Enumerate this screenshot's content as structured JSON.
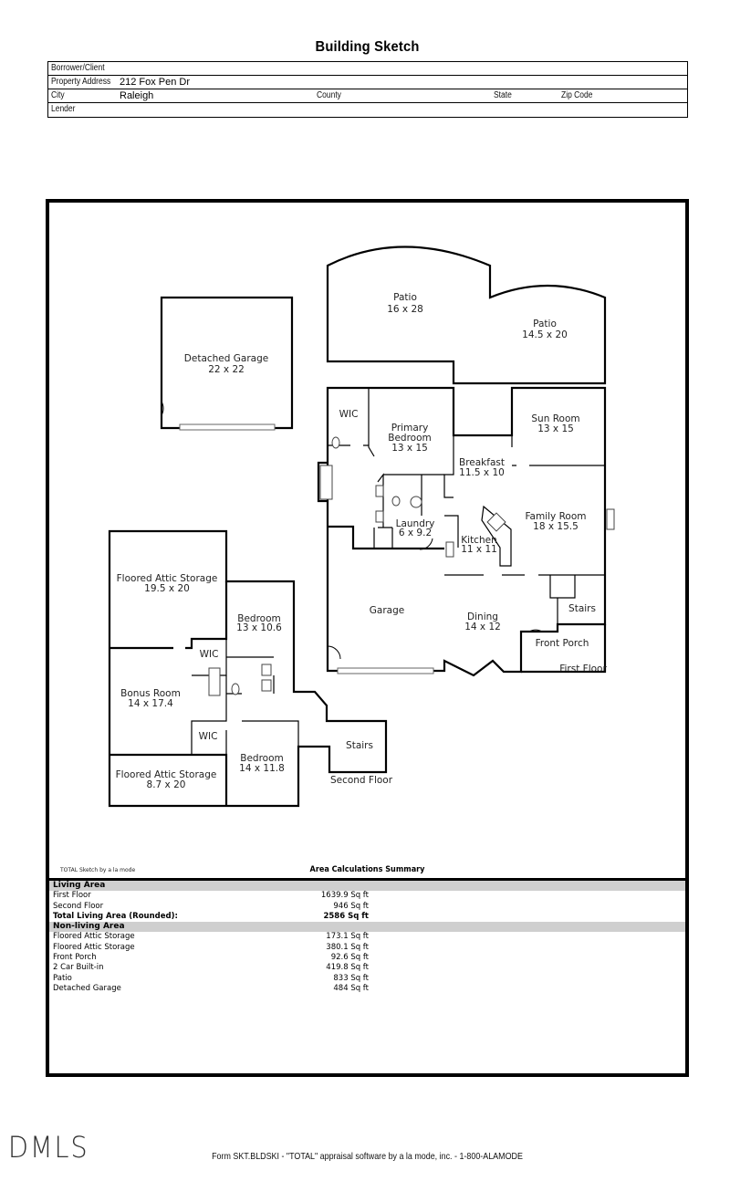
{
  "document": {
    "title": "Building Sketch"
  },
  "header": {
    "borrower_label": "Borrower/Client",
    "borrower_value": "",
    "address_label": "Property Address",
    "address_value": "212 Fox Pen Dr",
    "city_label": "City",
    "city_value": "Raleigh",
    "county_label": "County",
    "state_label": "State",
    "zip_label": "Zip Code",
    "lender_label": "Lender"
  },
  "sketch": {
    "rooms": {
      "patio1_name": "Patio",
      "patio1_dim": "16 x 28",
      "patio2_name": "Patio",
      "patio2_dim": "14.5 x 20",
      "detached_garage_name": "Detached Garage",
      "detached_garage_dim": "22 x 22",
      "wic1": "WIC",
      "primary_name1": "Primary",
      "primary_name2": "Bedroom",
      "primary_dim": "13 x 15",
      "sunroom_name": "Sun Room",
      "sunroom_dim": "13 x 15",
      "breakfast_name": "Breakfast",
      "breakfast_dim": "11.5 x 10",
      "family_name": "Family Room",
      "family_dim": "18 x 15.5",
      "laundry_name": "Laundry",
      "laundry_dim": "6 x 9.2",
      "kitchen_name": "Kitchen",
      "kitchen_dim": "11 x 11",
      "garage_name": "Garage",
      "dining_name": "Dining",
      "dining_dim": "14 x 12",
      "stairs1": "Stairs",
      "front_porch": "Front Porch",
      "first_floor": "First Floor",
      "attic1_name": "Floored Attic Storage",
      "attic1_dim": "19.5 x 20",
      "bedroom1_name": "Bedroom",
      "bedroom1_dim": "13 x 10.6",
      "wic2": "WIC",
      "bonus_name": "Bonus Room",
      "bonus_dim": "14 x 17.4",
      "wic3": "WIC",
      "bedroom2_name": "Bedroom",
      "bedroom2_dim": "14 x 11.8",
      "attic2_name": "Floored Attic Storage",
      "attic2_dim": "8.7 x 20",
      "stairs2": "Stairs",
      "second_floor": "Second Floor"
    }
  },
  "summary": {
    "credit": "TOTAL Sketch by a la mode",
    "title": "Area Calculations Summary",
    "living_header": "Living Area",
    "living": [
      {
        "label": "First Floor",
        "value": "1639.9 Sq ft"
      },
      {
        "label": "Second Floor",
        "value": "946 Sq ft"
      }
    ],
    "total_label": "Total Living Area (Rounded):",
    "total_value": "2586 Sq ft",
    "nonliving_header": "Non-living Area",
    "nonliving": [
      {
        "label": "Floored Attic Storage",
        "value": "173.1 Sq ft"
      },
      {
        "label": "Floored Attic Storage",
        "value": "380.1 Sq ft"
      },
      {
        "label": "Front Porch",
        "value": "92.6 Sq ft"
      },
      {
        "label": "2 Car Built-in",
        "value": "419.8 Sq ft"
      },
      {
        "label": "Patio",
        "value": "833 Sq ft"
      },
      {
        "label": "Detached Garage",
        "value": "484 Sq ft"
      }
    ]
  },
  "footer": {
    "logo": "DMLS",
    "form_text": "Form SKT.BLDSKI - \"TOTAL\" appraisal software by a la mode, inc. - 1-800-ALAMODE"
  }
}
